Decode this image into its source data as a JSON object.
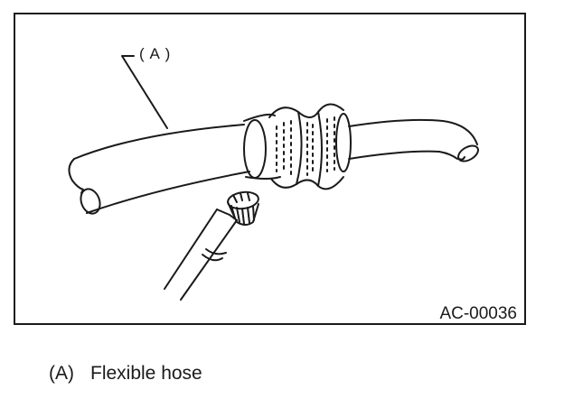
{
  "figure": {
    "callout": "( A )",
    "code": "AC-00036"
  },
  "legend": {
    "items": [
      {
        "key": "(A)",
        "text": "Flexible hose"
      }
    ]
  },
  "icons": {
    "hose": "flexible-hose-drawing",
    "tool": "shaft-tool-drawing",
    "boot": "bellows-boot-drawing"
  },
  "colors": {
    "line": "#1a1a1a",
    "background": "#ffffff"
  }
}
